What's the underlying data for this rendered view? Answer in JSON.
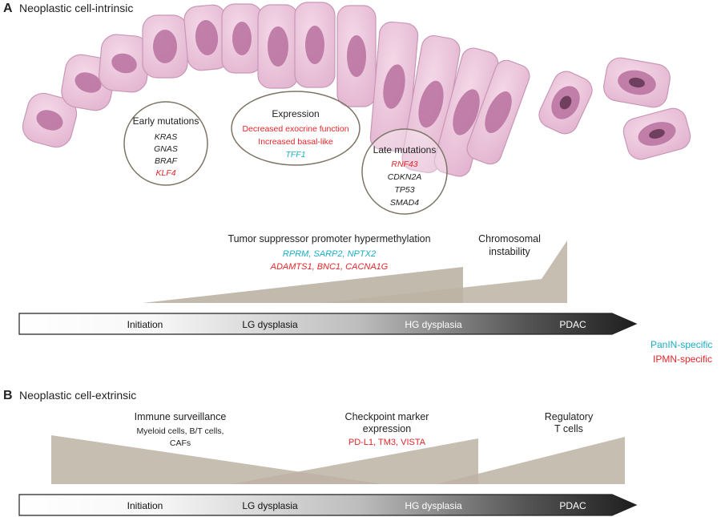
{
  "colors": {
    "panin": "#1aaec4",
    "ipmn": "#e5252a",
    "text": "#222222",
    "wedge": "#bdb3a5",
    "cell_fill": "#ecc6dc",
    "cell_stroke": "#c897b7",
    "nucleus": "#b7709d",
    "nucleolus": "#6f3f60",
    "circle_stroke": "#7d7466"
  },
  "panel_a": {
    "letter": "A",
    "title": "Neoplastic cell-intrinsic",
    "early_mutations": {
      "title": "Early mutations",
      "genes": [
        {
          "name": "KRAS",
          "group": "shared"
        },
        {
          "name": "GNAS",
          "group": "shared"
        },
        {
          "name": "BRAF",
          "group": "shared"
        },
        {
          "name": "KLF4",
          "group": "ipmn"
        }
      ]
    },
    "expression": {
      "title": "Expression",
      "items": [
        {
          "text": "Decreased exocrine function",
          "group": "ipmn"
        },
        {
          "text": "Increased basal-like",
          "group": "ipmn"
        },
        {
          "text": "TFF1",
          "group": "panin"
        }
      ]
    },
    "late_mutations": {
      "title": "Late mutations",
      "genes": [
        {
          "name": "RNF43",
          "group": "ipmn"
        },
        {
          "name": "CDKN2A",
          "group": "shared"
        },
        {
          "name": "TP53",
          "group": "shared"
        },
        {
          "name": "SMAD4",
          "group": "shared"
        }
      ]
    },
    "hypermethylation": {
      "title": "Tumor suppressor promoter hypermethylation",
      "panin_genes": "RPRM, SARP2, NPTX2",
      "ipmn_genes": "ADAMTS1, BNC1, CACNA1G"
    },
    "instability": {
      "line1": "Chromosomal",
      "line2": "instability"
    },
    "stages": [
      "Initiation",
      "LG dysplasia",
      "HG dysplasia",
      "PDAC"
    ]
  },
  "legend": {
    "panin": "PanIN-specific",
    "ipmn": "IPMN-specific"
  },
  "panel_b": {
    "letter": "B",
    "title": "Neoplastic cell-extrinsic",
    "immune": {
      "title": "Immune surveillance",
      "line1": "Myeloid cells, B/T cells,",
      "line2": "CAFs"
    },
    "checkpoint": {
      "line1": "Checkpoint marker",
      "line2": "expression",
      "markers": "PD-L1, TM3, VISTA"
    },
    "tregs": {
      "line1": "Regulatory",
      "line2": "T cells"
    },
    "stages": [
      "Initiation",
      "LG dysplasia",
      "HG dysplasia",
      "PDAC"
    ]
  }
}
